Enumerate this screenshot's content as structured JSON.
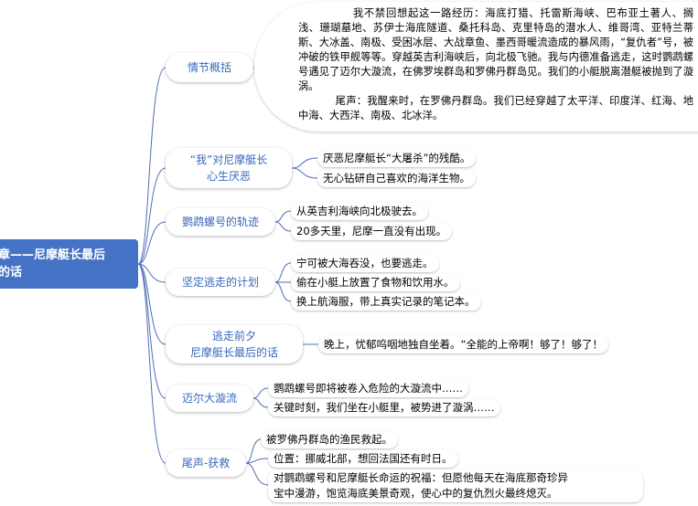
{
  "root": {
    "line1": "章——尼摩艇长最后",
    "line2": "的话"
  },
  "branches": [
    {
      "label_lines": [
        "情节概括"
      ],
      "leaves": [],
      "paragraphs": [
        "我不禁回想起这一路经历：海底打猎、托雷斯海峡、巴布亚土著人、搁浅、珊瑚墓地、苏伊士海底隧道、桑托科岛、克里特岛的潜水人、维哥湾、亚特兰蒂斯、大冰盖、南极、受困冰层、大战章鱼、墨西哥暖流造成的暴风雨，“复仇者”号，被冲破的铁甲舰等等。穿越英吉利海峡后，向北极飞驰。我与内德准备逃走，这时鹦鹉螺号遇见了迈尔大漩流，在佛罗埃群岛和罗佛丹群岛见。我们的小艇脱离潜艇被抛到了漩涡。",
        "尾声：我醒来时，在罗佛丹群岛。我们已经穿越了太平洋、印度洋、红海、地中海、大西洋、南极、北冰洋。"
      ]
    },
    {
      "label_lines": [
        "“我”对尼摩艇长",
        "心生厌恶"
      ],
      "leaves": [
        "厌恶尼摩艇长“大屠杀”的残酷。",
        "无心钻研自己喜欢的海洋生物。"
      ]
    },
    {
      "label_lines": [
        "鹦鹉螺号的轨迹"
      ],
      "leaves": [
        "从英吉利海峡向北极驶去。",
        "20多天里，尼摩一直没有出现。"
      ]
    },
    {
      "label_lines": [
        "坚定逃走的计划"
      ],
      "leaves": [
        "宁可被大海吞没，也要逃走。",
        "偷在小艇上放置了食物和饮用水。",
        "换上航海服，带上真实记录的笔记本。"
      ]
    },
    {
      "label_lines": [
        "逃走前夕",
        "尼摩艇长最后的话"
      ],
      "leaves": [
        "晚上，忧郁呜咽地独自坐着。“全能的上帝啊！够了！够了！"
      ]
    },
    {
      "label_lines": [
        "迈尔大漩流"
      ],
      "leaves": [
        "鹦鹉螺号即将被卷入危险的大漩流中……",
        "关键时刻，我们坐在小艇里，被势进了漩涡……"
      ]
    },
    {
      "label_lines": [
        "尾声-获救"
      ],
      "leaves": [
        "被罗佛丹群岛的渔民救起。",
        "位置：挪威北部，想回法国还有时日。"
      ],
      "wide_leaf_lines": [
        "对鹦鹉螺号和尼摩艇长命运的祝福：但愿他每天在海底那奇珍异",
        "宝中漫游，饱览海底美景奇观，使心中的复仇烈火最终熄灭。"
      ]
    }
  ],
  "colors": {
    "root_bg": "#4472c4",
    "branch_text": "#3868b8",
    "connector": "#4f6fb5"
  }
}
